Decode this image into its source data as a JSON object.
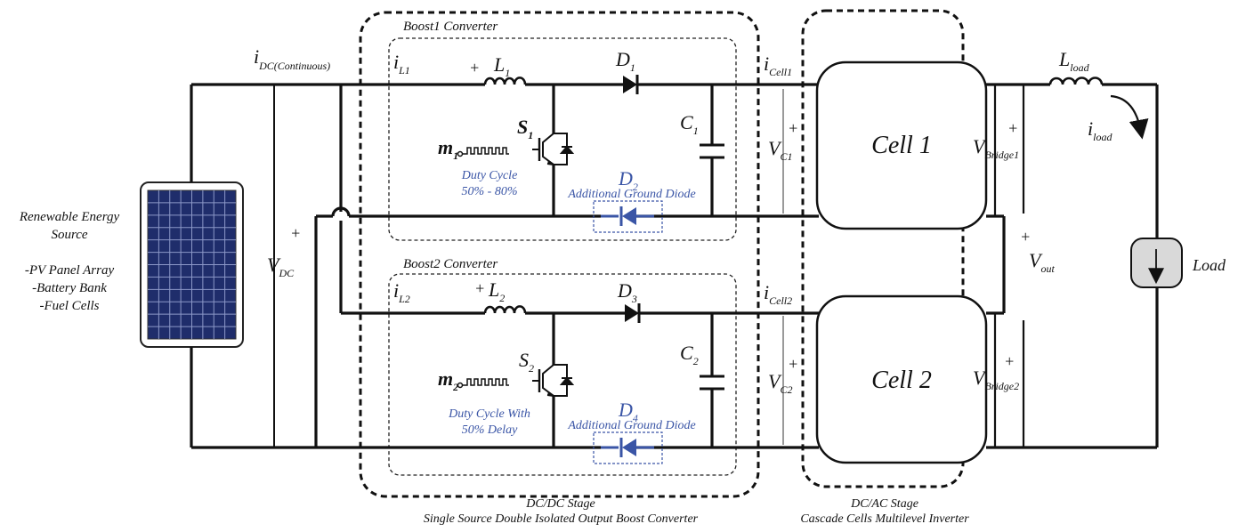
{
  "source": {
    "title_line1": "Renewable Energy",
    "title_line2": "Source",
    "item1": "-PV Panel Array",
    "item2": "-Battery Bank",
    "item3": "-Fuel Cells"
  },
  "labels": {
    "i_dc": "i",
    "i_dc_sub": "DC(Continuous)",
    "v_dc": "V",
    "v_dc_sub": "DC",
    "plus": "+",
    "boost1_title": "Boost1 Converter",
    "boost2_title": "Boost2 Converter",
    "i_l1": "i",
    "i_l1_sub": "L1",
    "i_l2": "i",
    "i_l2_sub": "L2",
    "l1": "L",
    "l1_sub": "1",
    "l2": "L",
    "l2_sub": "2",
    "d1": "D",
    "d1_sub": "1",
    "d2": "D",
    "d2_sub": "2",
    "d3": "D",
    "d3_sub": "3",
    "d4": "D",
    "d4_sub": "4",
    "s1": "S",
    "s1_sub": "1",
    "s2": "S",
    "s2_sub": "2",
    "m1": "m",
    "m1_sub": "1",
    "m2": "m",
    "m2_sub": "2",
    "c1": "C",
    "c1_sub": "1",
    "c2": "C",
    "c2_sub": "2",
    "duty1_line1": "Duty Cycle",
    "duty1_line2": "50% - 80%",
    "duty2_line1": "Duty Cycle With",
    "duty2_line2": "50% Delay",
    "ground_diode1": "Additional Ground Diode",
    "ground_diode2": "Additional Ground Diode",
    "i_cell1": "i",
    "i_cell1_sub": "Cell1",
    "i_cell2": "i",
    "i_cell2_sub": "Cell2",
    "v_c1": "V",
    "v_c1_sub": "C1",
    "v_c2": "V",
    "v_c2_sub": "C2",
    "cell1": "Cell 1",
    "cell2": "Cell 2",
    "v_bridge1": "V",
    "v_bridge1_sub": "Bridge1",
    "v_bridge2": "V",
    "v_bridge2_sub": "Bridge2",
    "v_out": "V",
    "v_out_sub": "out",
    "l_load": "L",
    "l_load_sub": "load",
    "i_load": "i",
    "i_load_sub": "load",
    "load": "Load",
    "dcdc_line1": "DC/DC Stage",
    "dcdc_line2": "Single Source Double Isolated Output Boost Converter",
    "dcac_line1": "DC/AC Stage",
    "dcac_line2": "Cascade Cells Multilevel Inverter"
  },
  "colors": {
    "accent_blue": "#3a55a6",
    "panel_cell": "#2a3a80",
    "wire": "#111111",
    "load_fill": "#d9d9d9"
  }
}
